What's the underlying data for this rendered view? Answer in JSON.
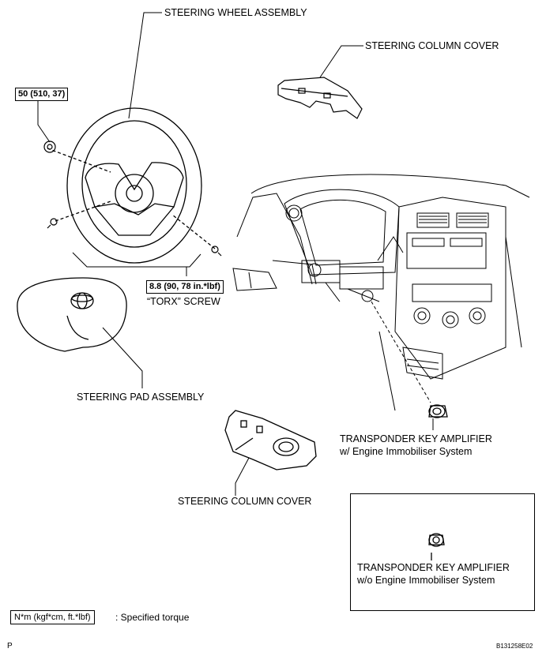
{
  "labels": {
    "steering_wheel_assembly": "STEERING WHEEL ASSEMBLY",
    "steering_column_cover_upper": "STEERING COLUMN COVER",
    "torque_nut": "50 (510, 37)",
    "torque_screw": "8.8 (90, 78 in.*lbf)",
    "torx_screw": "“TORX” SCREW",
    "steering_pad_assembly": "STEERING PAD ASSEMBLY",
    "transponder_w_line1": "TRANSPONDER KEY AMPLIFIER",
    "transponder_w_line2": "w/ Engine Immobiliser System",
    "steering_column_cover_lower": "STEERING COLUMN COVER",
    "transponder_wo_line1": "TRANSPONDER KEY AMPLIFIER",
    "transponder_wo_line2": "w/o Engine Immobiliser System"
  },
  "legend": {
    "unit_box": "N*m (kgf*cm, ft.*lbf)",
    "description": ": Specified torque"
  },
  "footer": {
    "page_marker": "P",
    "figure_code": "B131258E02"
  }
}
